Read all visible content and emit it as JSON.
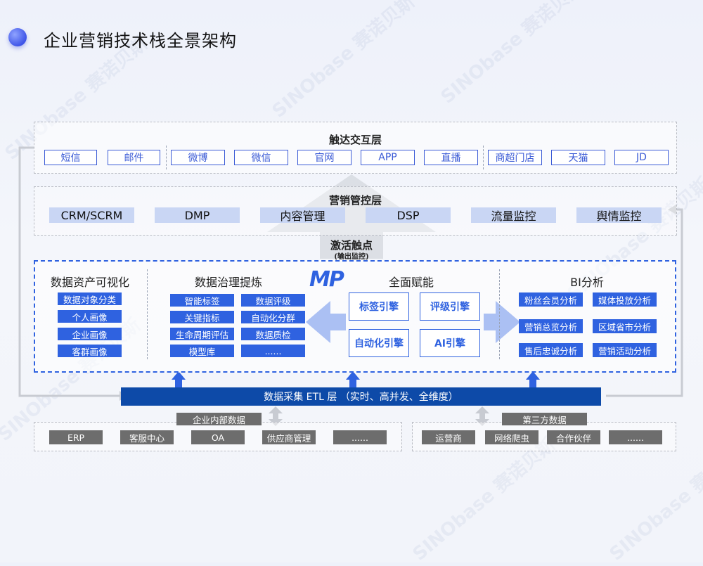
{
  "page_title": "企业营销技术栈全景架构",
  "touch_layer": {
    "title": "触达交互层",
    "channels": [
      "短信",
      "邮件",
      "微博",
      "微信",
      "官网",
      "APP",
      "直播",
      "商超门店",
      "天猫",
      "JD"
    ]
  },
  "marketing_layer": {
    "title": "营销管控层",
    "items": [
      "CRM/SCRM",
      "DMP",
      "内容管理",
      "DSP",
      "流量监控",
      "舆情监控"
    ]
  },
  "activation": {
    "title": "激活触点",
    "subtitle": "(输出监控)"
  },
  "data_assets": {
    "title": "数据资产可视化",
    "items": [
      "数据对象分类",
      "个人画像",
      "企业画像",
      "客群画像"
    ]
  },
  "governance": {
    "title": "数据治理提炼",
    "items": [
      "智能标签",
      "数据评级",
      "关键指标",
      "自动化分群",
      "生命周期评估",
      "数据质检",
      "模型库",
      "......"
    ]
  },
  "empower": {
    "logo": "MP",
    "title": "全面赋能",
    "engines": [
      "标签引擎",
      "评级引擎",
      "自动化引擎",
      "AI引擎"
    ]
  },
  "bi": {
    "title": "BI分析",
    "items": [
      "粉丝会员分析",
      "媒体投放分析",
      "营销总览分析",
      "区域省市分析",
      "售后忠诚分析",
      "营销活动分析"
    ]
  },
  "etl": {
    "label": "数据采集 ETL 层 （实时、高并发、全维度）"
  },
  "internal": {
    "title": "企业内部数据",
    "items": [
      "ERP",
      "客服中心",
      "OA",
      "供应商管理",
      "......"
    ]
  },
  "third_party": {
    "title": "第三方数据",
    "items": [
      "运营商",
      "网络爬虫",
      "合作伙伴",
      "......"
    ]
  },
  "watermark": "SINObase 赛诺贝斯",
  "colors": {
    "primary_blue": "#2f62e0",
    "dark_blue": "#0d4aa8",
    "gray_chip": "#6d6d6d",
    "light_chip": "#c9d6f4"
  }
}
